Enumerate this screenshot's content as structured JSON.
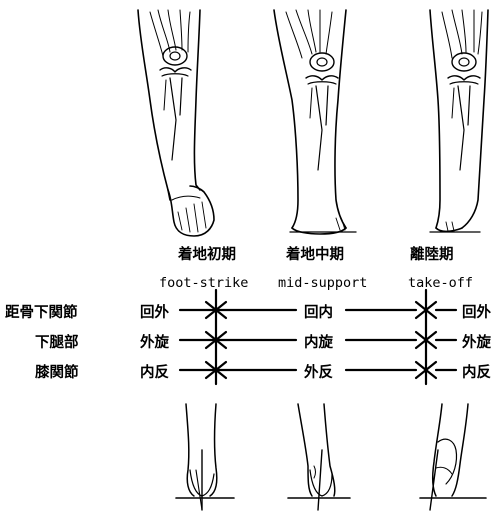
{
  "phases_jp": [
    "着地初期",
    "着地中期",
    "離陸期"
  ],
  "phases_en": [
    "foot-strike",
    "mid-support",
    "take-off"
  ],
  "rows": [
    {
      "label": "距骨下関節",
      "states": [
        "回外",
        "回内",
        "回外"
      ]
    },
    {
      "label": "下腿部",
      "states": [
        "外旋",
        "内旋",
        "外旋"
      ]
    },
    {
      "label": "膝関節",
      "states": [
        "内反",
        "外反",
        "内反"
      ]
    }
  ],
  "icons": {
    "top_legs": [
      "leg-foot-strike-icon",
      "leg-mid-support-icon",
      "leg-take-off-icon"
    ],
    "bottom_feet": [
      "rearfoot-foot-strike-icon",
      "rearfoot-mid-support-icon",
      "rearfoot-take-off-icon"
    ]
  },
  "colors": {
    "ink": "#000000",
    "paper": "#ffffff"
  }
}
